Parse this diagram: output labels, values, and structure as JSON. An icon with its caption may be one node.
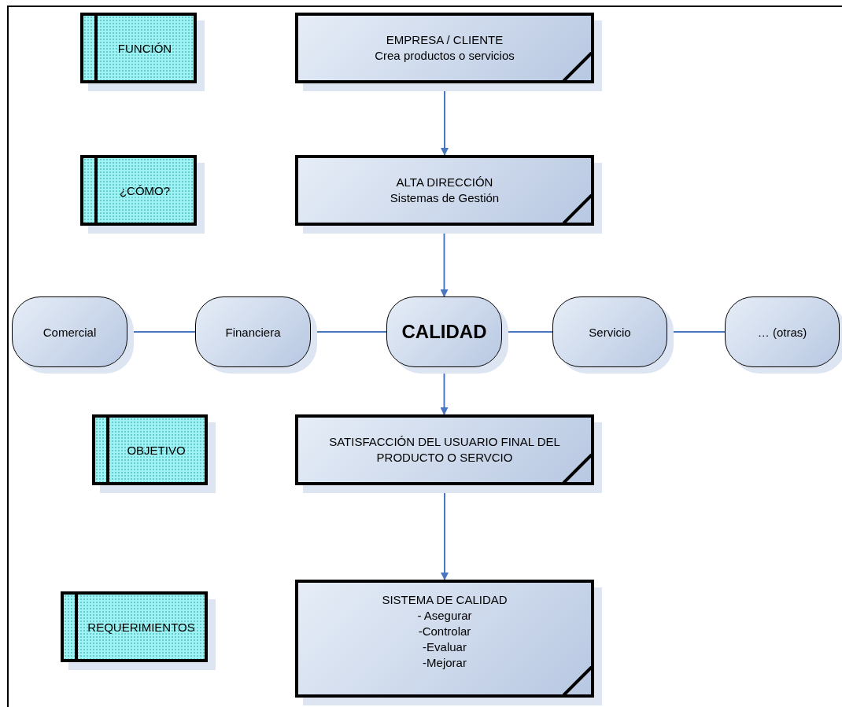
{
  "diagram": {
    "nodes": [
      {
        "text": [
          "FUNCIÓN"
        ]
      },
      {
        "text": [
          "EMPRESA / CLIENTE",
          "Crea productos o servicios"
        ]
      },
      {
        "text": [
          "¿CÓMO?"
        ]
      },
      {
        "text": [
          "ALTA DIRECCIÓN",
          "Sistemas de Gestión"
        ]
      },
      {
        "text": [
          "Comercial"
        ]
      },
      {
        "text": [
          "Financiera"
        ]
      },
      {
        "text": [
          "CALIDAD"
        ]
      },
      {
        "text": [
          "Servicio"
        ]
      },
      {
        "text": [
          "… (otras)"
        ]
      },
      {
        "text": [
          "OBJETIVO"
        ]
      },
      {
        "text": [
          "SATISFACCIÓN DEL USUARIO FINAL DEL PRODUCTO O SERVCIO"
        ]
      },
      {
        "text": [
          "REQUERIMIENTOS"
        ]
      },
      {
        "text": [
          "SISTEMA DE CALIDAD",
          "- Asegurar",
          "-Controlar",
          "-Evaluar",
          "-Mejorar"
        ]
      }
    ],
    "edges": [
      {
        "from": 1,
        "to": 3,
        "arrow": "to"
      },
      {
        "from": 3,
        "to": 6,
        "arrow": "to"
      },
      {
        "from": 4,
        "to": 5,
        "arrow": "none"
      },
      {
        "from": 5,
        "to": 6,
        "arrow": "none"
      },
      {
        "from": 6,
        "to": 7,
        "arrow": "none"
      },
      {
        "from": 7,
        "to": 8,
        "arrow": "none"
      },
      {
        "from": 6,
        "to": 10,
        "arrow": "to"
      },
      {
        "from": 10,
        "to": 12,
        "arrow": "to"
      }
    ]
  }
}
